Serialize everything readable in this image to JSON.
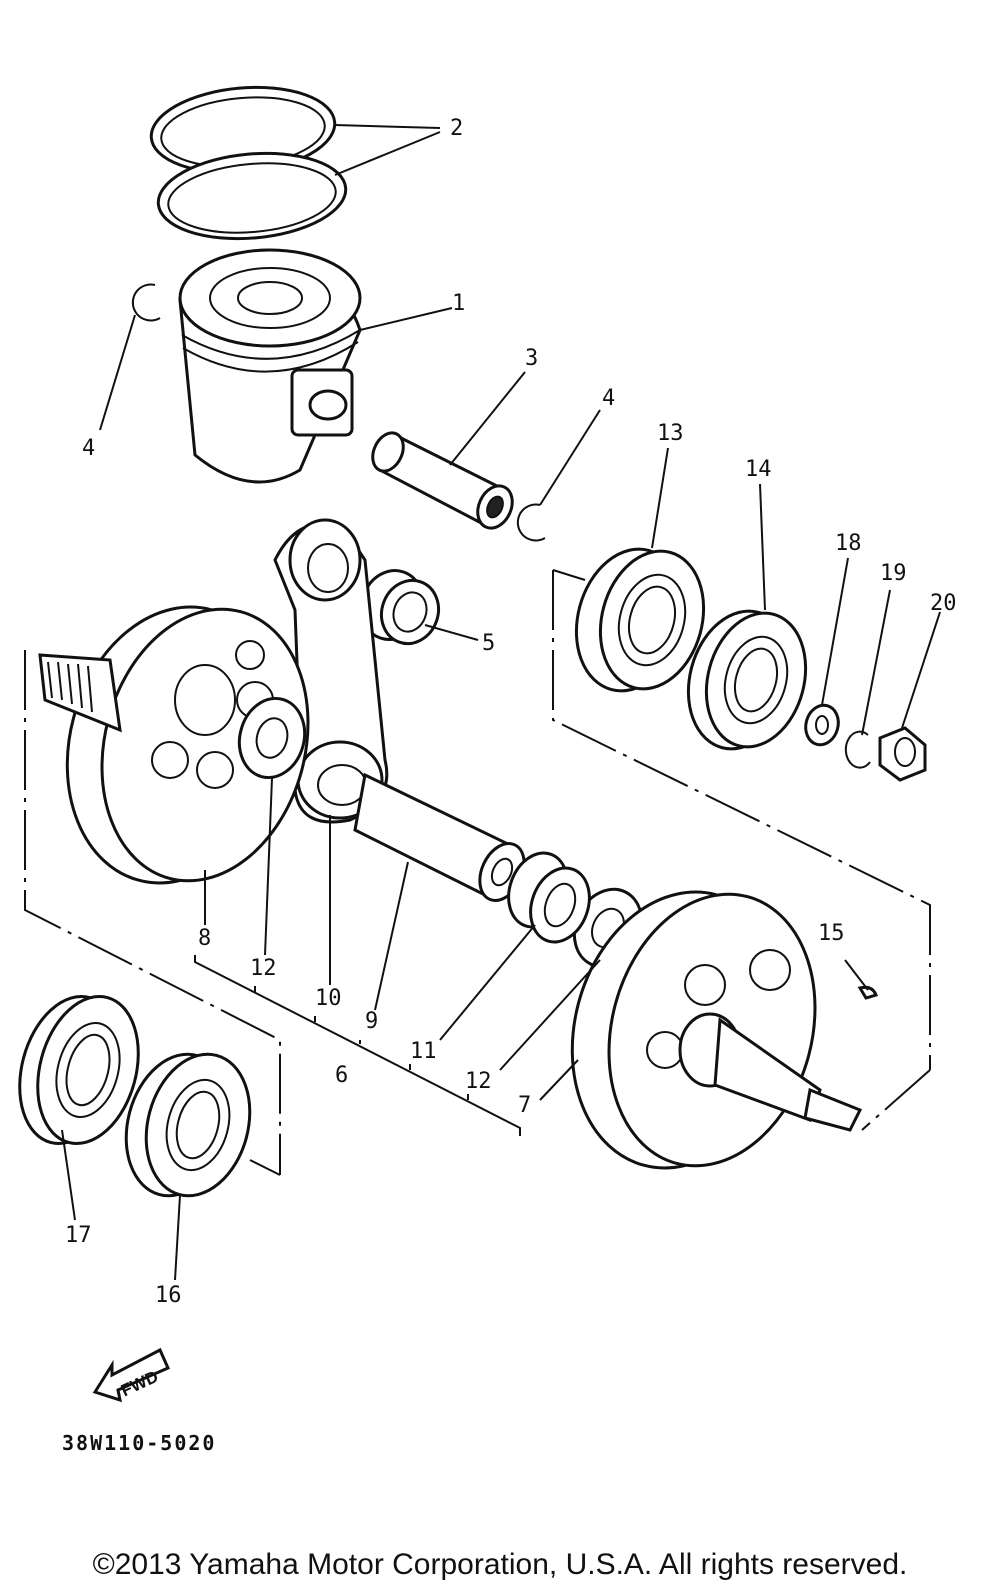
{
  "diagram": {
    "callouts": [
      {
        "id": "c1",
        "label": "1"
      },
      {
        "id": "c2",
        "label": "2"
      },
      {
        "id": "c3",
        "label": "3"
      },
      {
        "id": "c4a",
        "label": "4"
      },
      {
        "id": "c4b",
        "label": "4"
      },
      {
        "id": "c5",
        "label": "5"
      },
      {
        "id": "c6",
        "label": "6"
      },
      {
        "id": "c7",
        "label": "7"
      },
      {
        "id": "c8",
        "label": "8"
      },
      {
        "id": "c9",
        "label": "9"
      },
      {
        "id": "c10",
        "label": "10"
      },
      {
        "id": "c11",
        "label": "11"
      },
      {
        "id": "c12a",
        "label": "12"
      },
      {
        "id": "c12b",
        "label": "12"
      },
      {
        "id": "c13",
        "label": "13"
      },
      {
        "id": "c14",
        "label": "14"
      },
      {
        "id": "c15",
        "label": "15"
      },
      {
        "id": "c16",
        "label": "16"
      },
      {
        "id": "c17",
        "label": "17"
      },
      {
        "id": "c18",
        "label": "18"
      },
      {
        "id": "c19",
        "label": "19"
      },
      {
        "id": "c20",
        "label": "20"
      }
    ],
    "fwd_label": "FWD",
    "drawing_code": "38W110-5020"
  },
  "footer": {
    "copyright": "©2013 Yamaha Motor Corporation, U.S.A. All rights reserved."
  }
}
